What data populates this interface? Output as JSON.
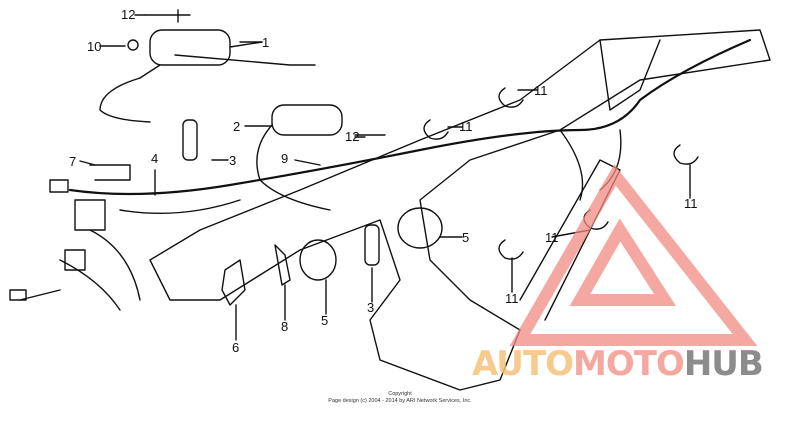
{
  "diagram": {
    "callouts": [
      {
        "id": "c12a",
        "label": "12"
      },
      {
        "id": "c1",
        "label": "1"
      },
      {
        "id": "c10",
        "label": "10"
      },
      {
        "id": "c2",
        "label": "2"
      },
      {
        "id": "c12b",
        "label": "12"
      },
      {
        "id": "c11a",
        "label": "11"
      },
      {
        "id": "c11b",
        "label": "11"
      },
      {
        "id": "c3a",
        "label": "3"
      },
      {
        "id": "c7",
        "label": "7"
      },
      {
        "id": "c4",
        "label": "4"
      },
      {
        "id": "c9",
        "label": "9"
      },
      {
        "id": "c5a",
        "label": "5"
      },
      {
        "id": "c11c",
        "label": "11"
      },
      {
        "id": "c11d",
        "label": "11"
      },
      {
        "id": "c11e",
        "label": "11"
      },
      {
        "id": "c3b",
        "label": "3"
      },
      {
        "id": "c5b",
        "label": "5"
      },
      {
        "id": "c8",
        "label": "8"
      },
      {
        "id": "c6",
        "label": "6"
      }
    ],
    "copyright_line1": "Copyright",
    "copyright_line2": "Page design (c) 2004 - 2014 by ARI Network Services, Inc."
  },
  "watermark": {
    "part1": "AUTO",
    "part2": "MOTO",
    "part3": "HUB",
    "colors": {
      "auto": "#f5c27a",
      "moto": "#f49a90",
      "hub": "#8c8c8c",
      "triangle": "#f28b82"
    }
  }
}
